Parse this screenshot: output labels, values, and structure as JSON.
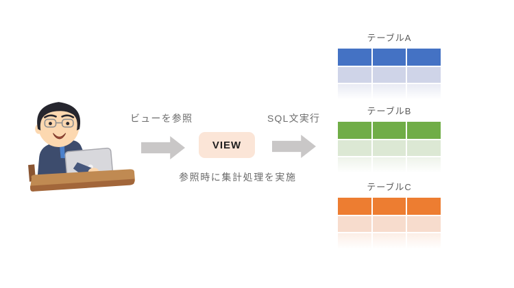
{
  "page": {
    "background": "#ffffff"
  },
  "flow": {
    "actor_icon": "person-at-laptop",
    "step1_label": "ビューを参照",
    "view_label": "VIEW",
    "step2_label": "SQL文実行",
    "note": "参照時に集計処理を実施",
    "arrow_icon": "block-arrow-right",
    "arrow_color": "#c9c7c7",
    "view_box_bg": "#fbe5d7",
    "label_color": "#6b6b6b"
  },
  "tables": [
    {
      "title": "テーブルA",
      "columns": 3,
      "data_rows": 2,
      "header_color": "#4472c4",
      "row_color": "#cfd4e8",
      "fade_row_color": "#e9ebf4"
    },
    {
      "title": "テーブルB",
      "columns": 3,
      "data_rows": 2,
      "header_color": "#70ad47",
      "row_color": "#dce8d4",
      "fade_row_color": "#eef3ea"
    },
    {
      "title": "テーブルC",
      "columns": 3,
      "data_rows": 2,
      "header_color": "#ed7d31",
      "row_color": "#f7dccd",
      "fade_row_color": "#fceee6"
    }
  ]
}
